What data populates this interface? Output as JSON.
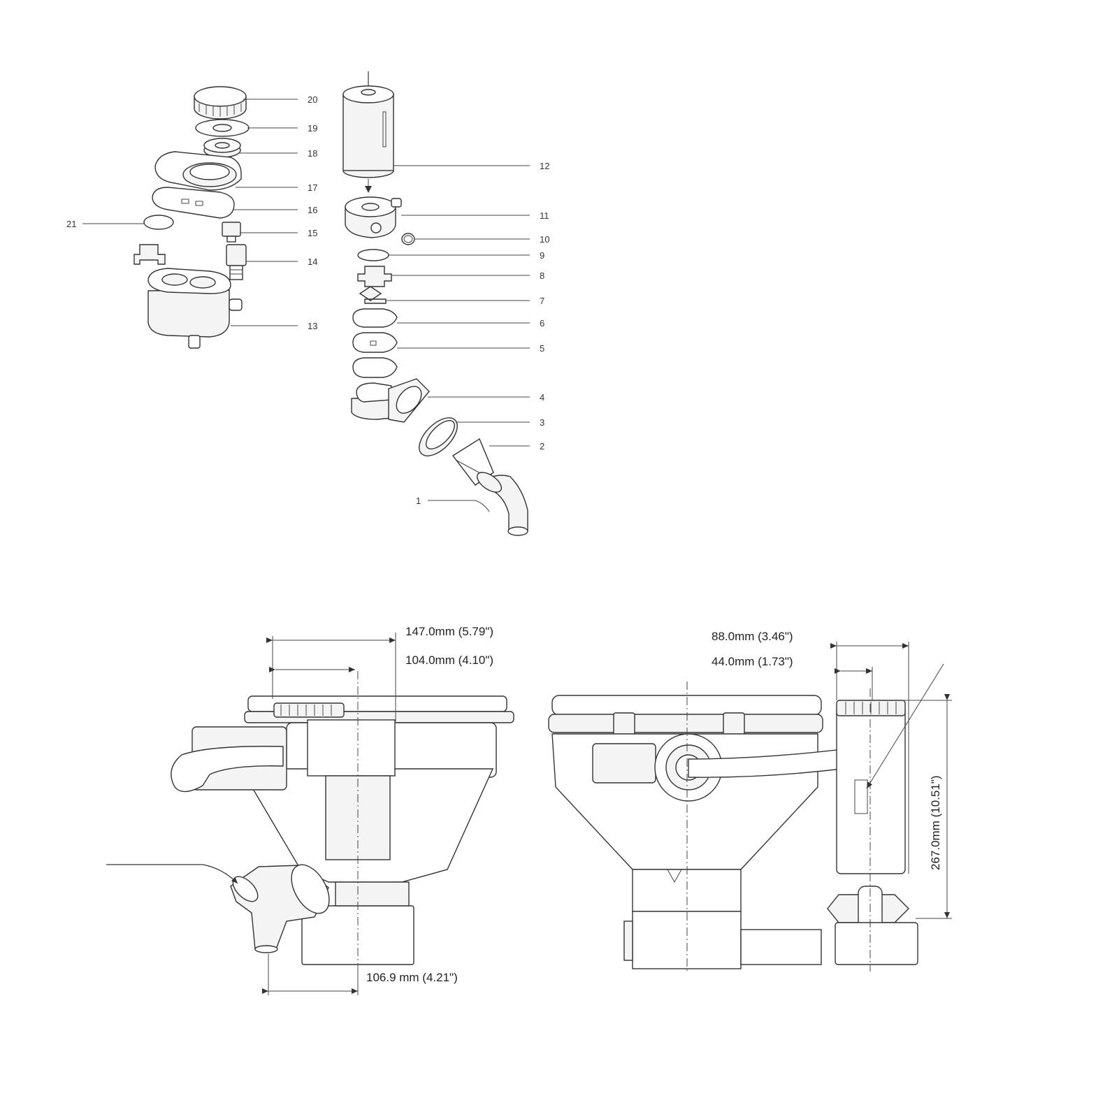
{
  "exploded_view": {
    "callouts": [
      "1",
      "2",
      "3",
      "4",
      "5",
      "6",
      "7",
      "8",
      "9",
      "10",
      "11",
      "12",
      "13",
      "14",
      "15",
      "16",
      "17",
      "18",
      "19",
      "20",
      "21"
    ]
  },
  "dimensions": {
    "width_total": "147.0mm (5.79\")",
    "width_half": "104.0mm (4.10\")",
    "base_offset": "106.9 mm (4.21\")",
    "depth_total": "88.0mm (3.46\")",
    "depth_half": "44.0mm (1.73\")",
    "height": "267.0mm (10.51\")"
  },
  "icons": [
    "arrow-icon"
  ]
}
